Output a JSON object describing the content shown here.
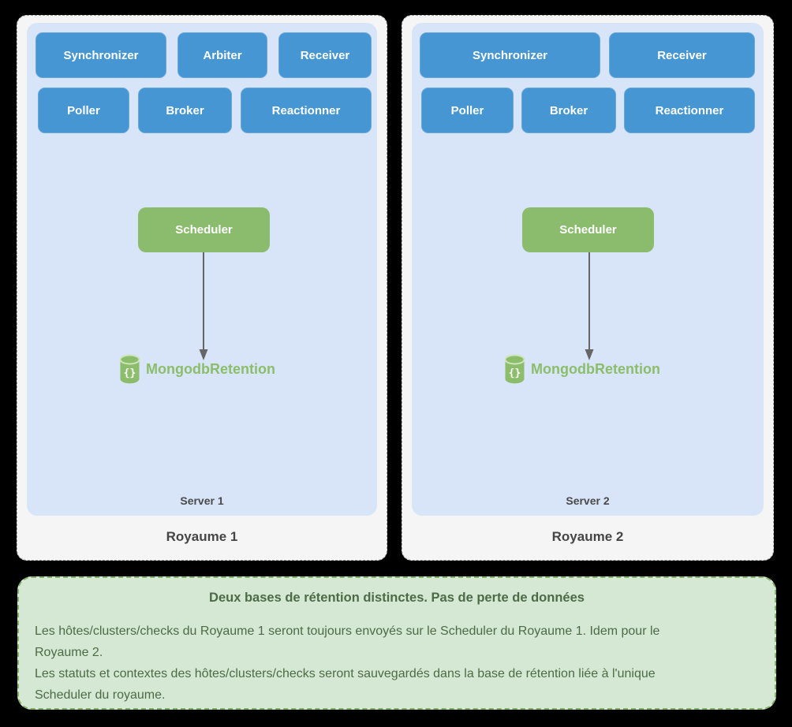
{
  "panels": [
    {
      "title": "Royaume 1",
      "server_label": "Server 1",
      "row1": [
        "Synchronizer",
        "Arbiter",
        "Receiver"
      ],
      "row2": [
        "Poller",
        "Broker",
        "Reactionner"
      ],
      "scheduler_label": "Scheduler",
      "database_label": "MongodbRetention",
      "database_icon": "database-cylinder-braces-icon"
    },
    {
      "title": "Royaume 2",
      "server_label": "Server 2",
      "row1": [
        "Synchronizer",
        "Receiver"
      ],
      "row2": [
        "Poller",
        "Broker",
        "Reactionner"
      ],
      "scheduler_label": "Scheduler",
      "database_label": "MongodbRetention",
      "database_icon": "database-cylinder-braces-icon"
    }
  ],
  "note": {
    "title": "Deux bases de rétention distinctes. Pas de perte de données",
    "lines": [
      "Les hôtes/clusters/checks du Royaume 1 seront toujours envoyés sur le Scheduler du Royaume 1. Idem pour le",
      "Royaume 2.",
      "Les statuts et contextes des hôtes/clusters/checks seront sauvegardés dans la base de rétention liée à l'unique",
      "Scheduler du royaume."
    ]
  },
  "colors": {
    "background": "#000000",
    "component_blue": "#4596d2",
    "server_panel_blue": "#d8e5f8",
    "royaume_panel_gray": "#f5f5f5",
    "green": "#8bbc6d",
    "note_bg": "#d5e8d4",
    "note_border": "#82b366",
    "note_text": "#4c6b45",
    "arrow_gray": "#666666"
  }
}
